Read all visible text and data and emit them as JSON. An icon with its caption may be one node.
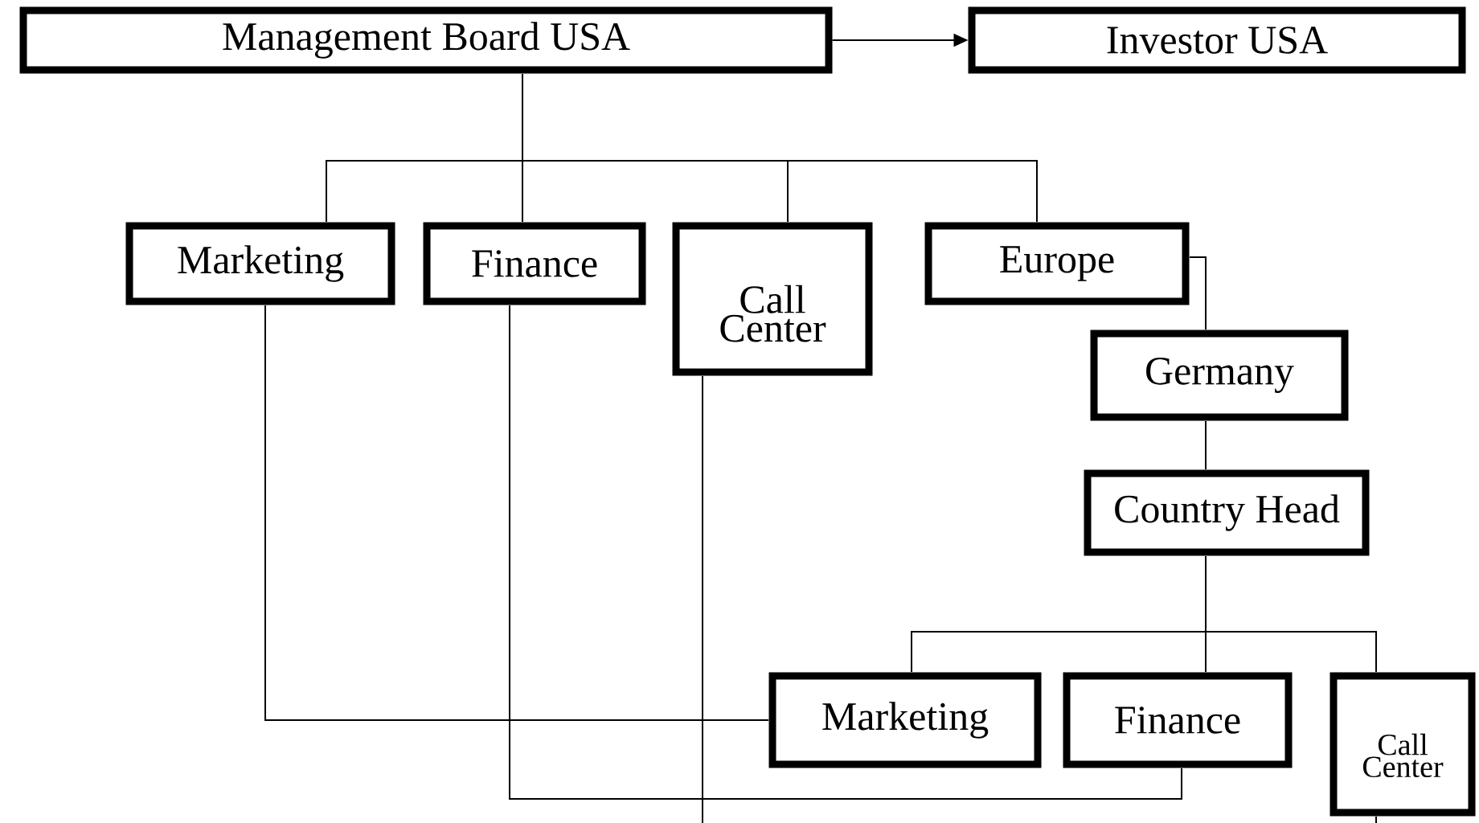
{
  "diagram": {
    "nodes": [
      {
        "text": [
          "Management Board USA"
        ]
      },
      {
        "text": [
          "Investor USA"
        ]
      },
      {
        "text": [
          "Marketing"
        ]
      },
      {
        "text": [
          "Finance"
        ]
      },
      {
        "text": [
          "Call Center"
        ]
      },
      {
        "text": [
          "Europe"
        ]
      },
      {
        "text": [
          "Germany"
        ]
      },
      {
        "text": [
          "Country Head"
        ]
      },
      {
        "text": [
          "Marketing"
        ]
      },
      {
        "text": [
          "Finance"
        ]
      },
      {
        "text": [
          "Call Center"
        ]
      }
    ],
    "edges": [
      {
        "from": 0,
        "to": 1,
        "arrow": "to"
      },
      {
        "from": 0,
        "to": 2,
        "arrow": "none"
      },
      {
        "from": 0,
        "to": 3,
        "arrow": "none"
      },
      {
        "from": 0,
        "to": 4,
        "arrow": "none"
      },
      {
        "from": 0,
        "to": 5,
        "arrow": "none"
      },
      {
        "from": 5,
        "to": 6,
        "arrow": "none"
      },
      {
        "from": 6,
        "to": 7,
        "arrow": "none"
      },
      {
        "from": 7,
        "to": 8,
        "arrow": "none"
      },
      {
        "from": 7,
        "to": 9,
        "arrow": "none"
      },
      {
        "from": 7,
        "to": 10,
        "arrow": "none"
      },
      {
        "from": 2,
        "to": 8,
        "arrow": "none"
      },
      {
        "from": 3,
        "to": 9,
        "arrow": "none"
      },
      {
        "from": 4,
        "to": null,
        "arrow": "none"
      },
      {
        "from": 10,
        "to": null,
        "arrow": "none"
      }
    ]
  }
}
